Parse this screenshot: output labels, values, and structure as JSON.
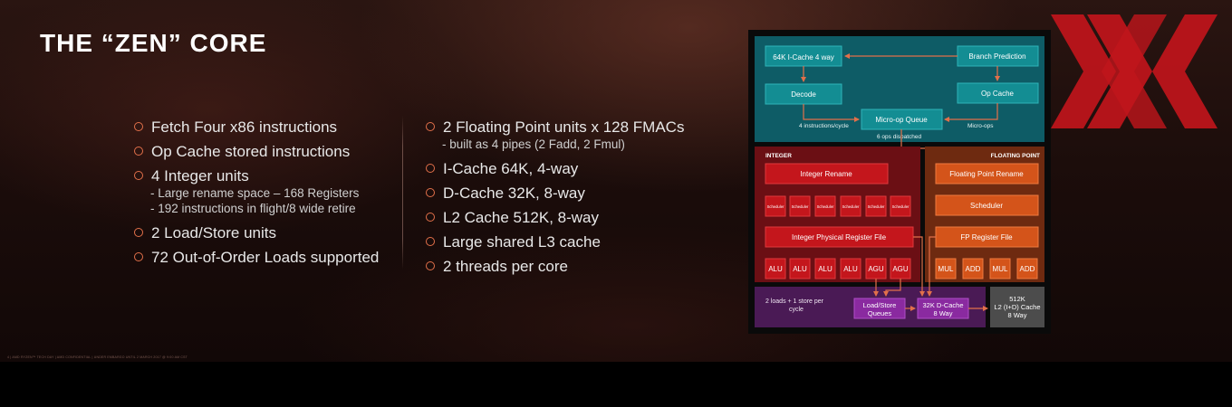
{
  "slide": {
    "title": "THE “ZEN” CORE",
    "footer": "4 | AMD RYZEN™ TECH DAY | AMD CONFIDENTIAL | UNDER EMBARGO UNTIL 2 MARCH 2017 @ 9:00 AM CST"
  },
  "left_column": {
    "b1": "Fetch Four x86 instructions",
    "b2": "Op Cache stored instructions",
    "b3": "4 Integer units",
    "b3_sub1": "- Large rename space – 168 Registers",
    "b3_sub2": "- 192 instructions in flight/8 wide retire",
    "b4": "2 Load/Store units",
    "b5": "72 Out-of-Order Loads supported"
  },
  "right_column": {
    "b1": "2 Floating Point units x 128 FMACs",
    "b1_sub1": "- built as 4 pipes (2 Fadd, 2 Fmul)",
    "b2": "I-Cache 64K, 4-way",
    "b3": "D-Cache 32K, 8-way",
    "b4": "L2 Cache 512K, 8-way",
    "b5": "Large shared L3 cache",
    "b6": "2 threads per core"
  },
  "diagram": {
    "icache": "64K I-Cache 4 way",
    "branch_prediction": "Branch Prediction",
    "decode": "Decode",
    "op_cache": "Op Cache",
    "micro_op_queue": "Micro-op Queue",
    "instr_per_cycle": "4 instructions/cycle",
    "micro_ops": "Micro-ops",
    "ops_dispatched": "6 ops dispatched",
    "integer_label": "INTEGER",
    "fp_label": "FLOATING POINT",
    "integer_rename": "Integer Rename",
    "fp_rename": "Floating Point Rename",
    "scheduler_small": "Scheduler",
    "fp_scheduler": "Scheduler",
    "int_prf": "Integer Physical Register File",
    "fp_rf": "FP Register File",
    "alu": "ALU",
    "agu": "AGU",
    "mul": "MUL",
    "add": "ADD",
    "loads_stores_1": "2 loads + 1 store  per",
    "loads_stores_2": "cycle",
    "lsq_1": "Load/Store",
    "lsq_2": "Queues",
    "dcache_1": "32K D-Cache",
    "dcache_2": "8 Way",
    "l2_1": "512K",
    "l2_2": "L2 (I+D) Cache",
    "l2_3": "8 Way"
  },
  "colors": {
    "accent": "#e2704a",
    "frontend_bg": "#0e5c66",
    "frontend_box": "#138d93",
    "integer_bg": "#6b0f14",
    "integer_box": "#c4161c",
    "fp_bg": "#6e2a10",
    "fp_box": "#d4541a",
    "mem_bg": "#4a1a55",
    "mem_box": "#8a2aa0",
    "l2_bg": "#4c4c4c",
    "logo": "#c0151b"
  }
}
